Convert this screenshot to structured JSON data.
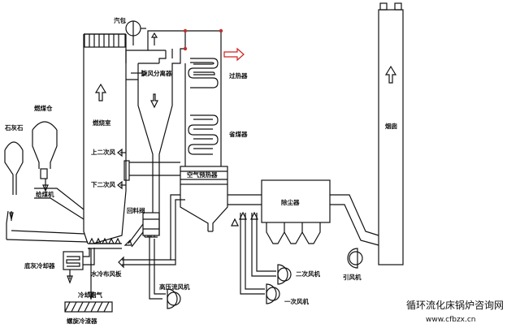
{
  "labels": {
    "steam_drum": "汽包",
    "cyclone": "旋风分离器",
    "superheater": "过热器",
    "economizer": "省煤器",
    "furnace": "燃烧室",
    "upper_secondary_air": "上二次风",
    "lower_secondary_air": "下二次风",
    "limestone": "石灰石",
    "coal_bin": "燃煤仓",
    "coal_feeder": "给煤机",
    "return_valve": "回料阀",
    "air_preheater": "空气预热器",
    "dust_collector": "除尘器",
    "chimney": "烟囱",
    "bottom_ash_cooler": "底灰冷却器",
    "water_cooled_plenum": "水冷布风板",
    "cooling_flue_gas": "冷却烟气",
    "screw_cooler": "螺旋冷渣器",
    "hp_fan": "高压流风机",
    "secondary_fan": "二次风机",
    "primary_fan": "一次风机",
    "induced_fan": "引风机"
  },
  "watermark": {
    "title": "循环流化床锅炉咨询网",
    "url": "www.cfbzx.cn"
  },
  "colors": {
    "line": "#111111",
    "steam_outlet_arrow": "#d02020",
    "valve_marker": "#c03030",
    "watermark_text": "#111111"
  }
}
